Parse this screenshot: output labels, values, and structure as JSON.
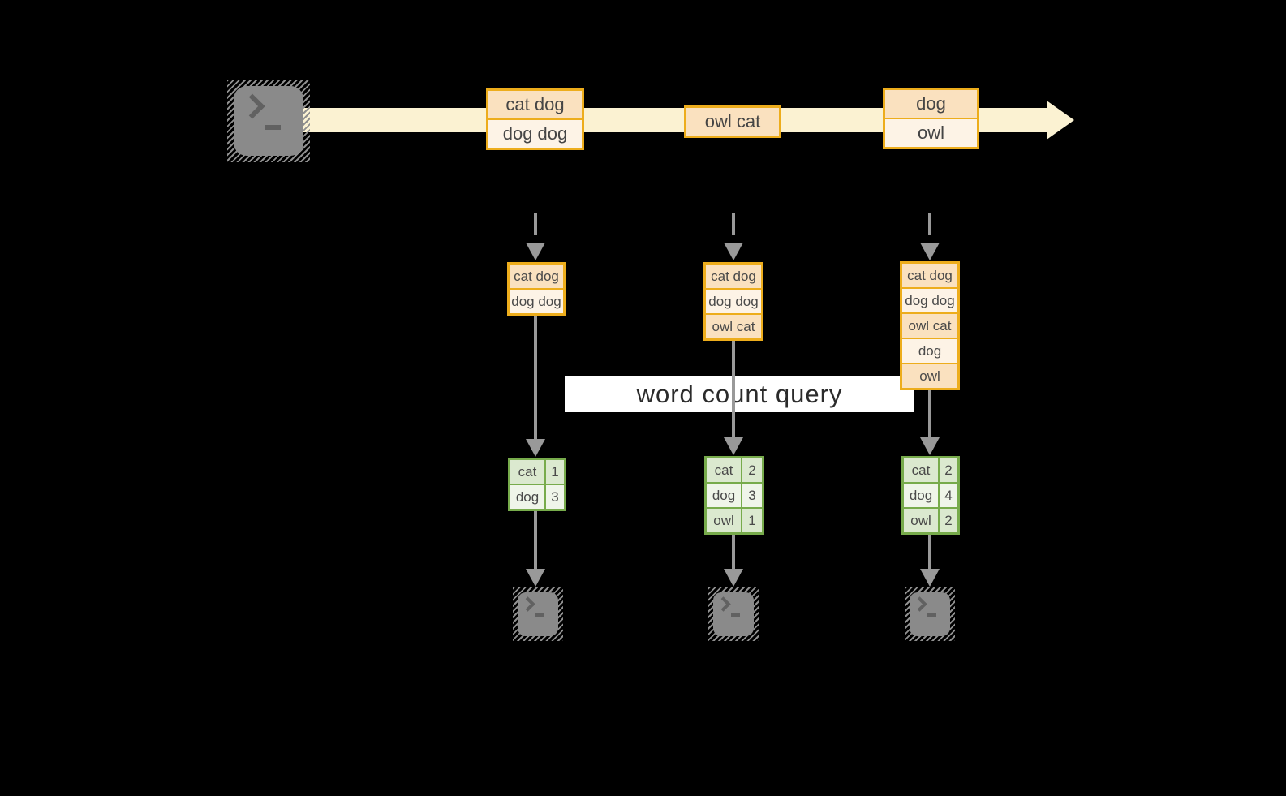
{
  "query": {
    "label": "word count query"
  },
  "colors": {
    "background": "#000000",
    "stream_band": "#FBF2D2",
    "orange_border": "#EDAD1C",
    "orange_cell_dark": "#FAE1BF",
    "orange_cell_light": "#FDF3E6",
    "green_border": "#77AB4B",
    "green_cell_dark": "#DBE9CF",
    "green_cell_light": "#EFF5E9",
    "arrow_gray": "#999999",
    "terminal_gray": "#8A8A8A",
    "label_bg": "#FFFFFF"
  },
  "icons": {
    "source": "terminal-icon",
    "sink": "terminal-icon"
  },
  "stream": {
    "batches": [
      {
        "messages": [
          "cat dog",
          "dog dog"
        ]
      },
      {
        "messages": [
          "owl cat"
        ]
      },
      {
        "messages": [
          "dog",
          "owl"
        ]
      }
    ]
  },
  "columns": [
    {
      "state": [
        "cat dog",
        "dog dog"
      ],
      "counts": [
        {
          "word": "cat",
          "count": "1"
        },
        {
          "word": "dog",
          "count": "3"
        }
      ]
    },
    {
      "state": [
        "cat dog",
        "dog dog",
        "owl cat"
      ],
      "counts": [
        {
          "word": "cat",
          "count": "2"
        },
        {
          "word": "dog",
          "count": "3"
        },
        {
          "word": "owl",
          "count": "1"
        }
      ]
    },
    {
      "state": [
        "cat dog",
        "dog dog",
        "owl cat",
        "dog",
        "owl"
      ],
      "counts": [
        {
          "word": "cat",
          "count": "2"
        },
        {
          "word": "dog",
          "count": "4"
        },
        {
          "word": "owl",
          "count": "2"
        }
      ]
    }
  ]
}
